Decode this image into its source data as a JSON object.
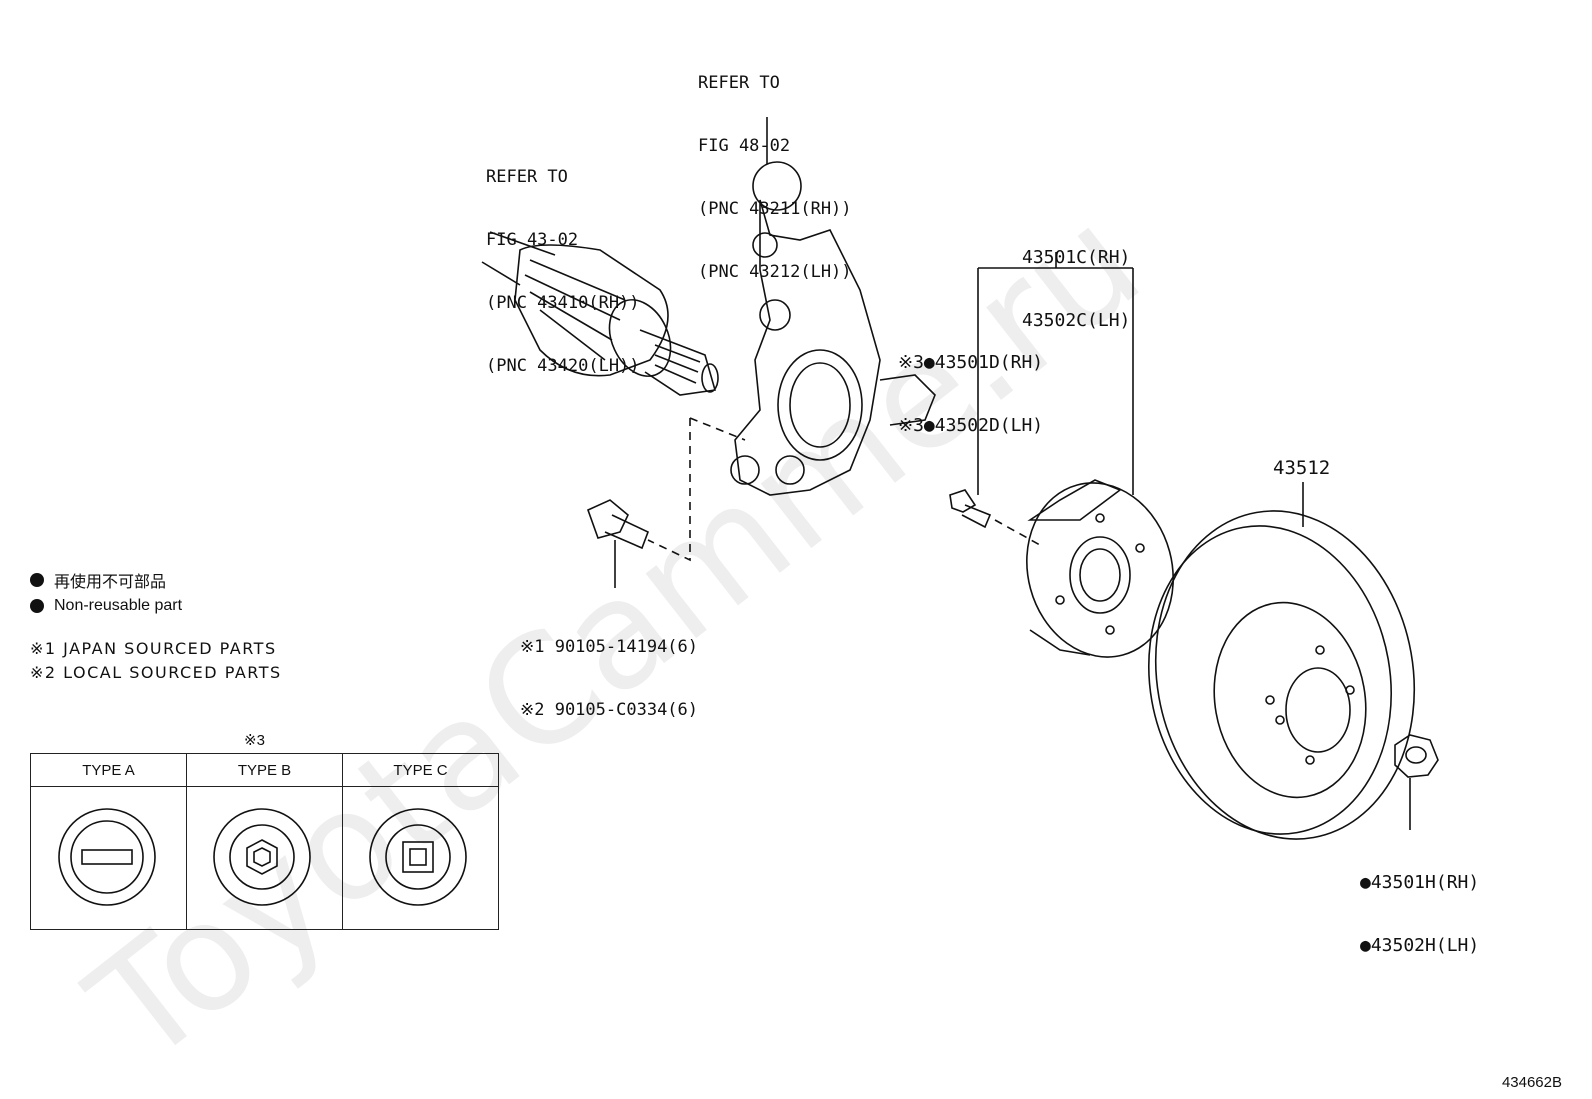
{
  "watermark": "ToyotaCamme.ru",
  "callouts": {
    "drive_shaft": [
      "REFER TO",
      "FIG 43-02",
      "(PNC 43410(RH))",
      "(PNC 43420(LH))"
    ],
    "knuckle": [
      "REFER TO",
      "FIG 48-02",
      "(PNC 43211(RH))",
      "(PNC 43212(LH))"
    ],
    "hub_assy": [
      "43501C(RH)",
      "43502C(LH)"
    ],
    "hub_bolt": [
      "※3●43501D(RH)",
      "※3●43502D(LH)"
    ],
    "knuckle_bolt": [
      "※1 90105-14194(6)",
      "※2 90105-C0334(6)"
    ],
    "disc": "43512",
    "nut": [
      "●43501H(RH)",
      "●43502H(LH)"
    ]
  },
  "legend": {
    "jp": "再使用不可部品",
    "en": "Non-reusable part",
    "note1": "※1 JAPAN SOURCED PARTS",
    "note2": "※2 LOCAL SOURCED PARTS"
  },
  "types_table": {
    "marker": "※3",
    "headers": [
      "TYPE A",
      "TYPE B",
      "TYPE C"
    ]
  },
  "figure_code": "434662B"
}
